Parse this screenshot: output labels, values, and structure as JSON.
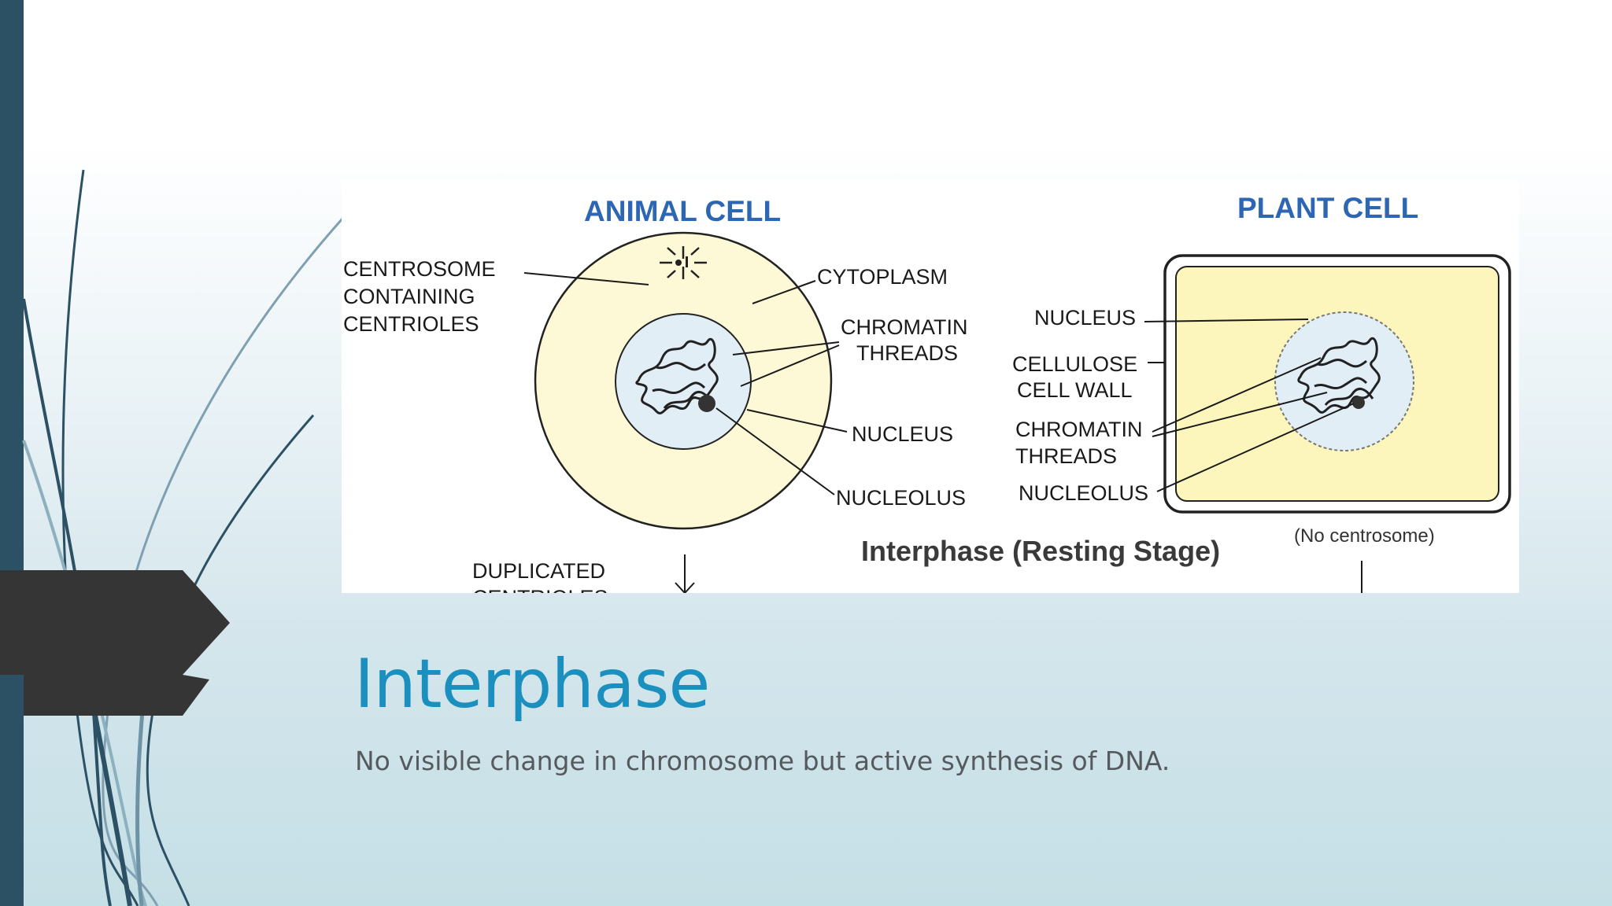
{
  "slide": {
    "title": "Interphase",
    "subtitle": "No visible change in chromosome but active synthesis of DNA."
  },
  "diagram": {
    "animal_title": "ANIMAL CELL",
    "plant_title": "PLANT CELL",
    "animal_labels": {
      "centrosome_1": "CENTROSOME",
      "centrosome_2": "CONTAINING",
      "centrosome_3": "CENTRIOLES",
      "cytoplasm": "CYTOPLASM",
      "chromatin_1": "CHROMATIN",
      "chromatin_2": "THREADS",
      "nucleus": "NUCLEUS",
      "nucleolus": "NUCLEOLUS"
    },
    "plant_labels": {
      "nucleus": "NUCLEUS",
      "wall_1": "CELLULOSE",
      "wall_2": "CELL WALL",
      "chromatin_1": "CHROMATIN",
      "chromatin_2": "THREADS",
      "nucleolus": "NUCLEOLUS"
    },
    "stage_label": "Interphase (Resting Stage)",
    "no_centrosome": "(No centrosome)",
    "duplicated": "DUPLICATED",
    "duplicated_cut": "CENTRIOLES"
  },
  "colors": {
    "title_blue": "#1b8fbd",
    "sidebar": "#2c5064",
    "diagram_title_blue": "#2d66b3",
    "cytoplasm_yellow": "#fdf9d6",
    "nucleus_blue": "#e2eef6"
  }
}
